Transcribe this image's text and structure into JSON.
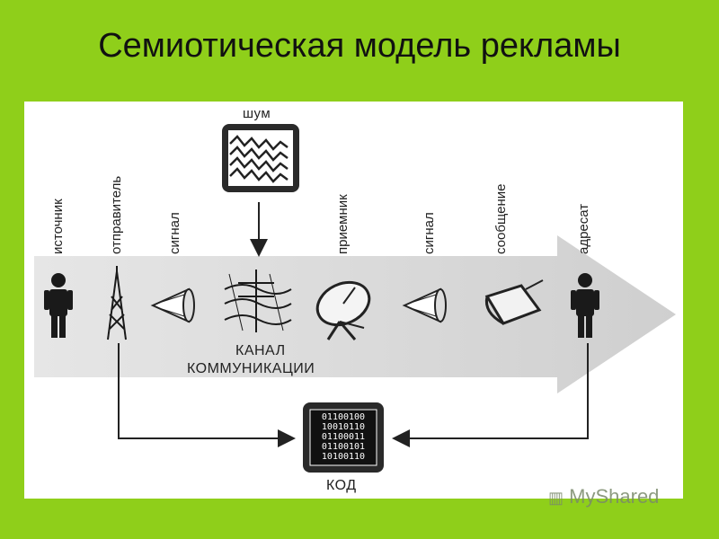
{
  "slide": {
    "title": "Семиотическая модель рекламы"
  },
  "diagram": {
    "labels": {
      "source": "источник",
      "sender": "отправитель",
      "signal1": "сигнал",
      "noise": "шум",
      "receiver": "приемник",
      "signal2": "сигнал",
      "message": "сообщение",
      "addressee": "адресат",
      "channel_line1": "КАНАЛ",
      "channel_line2": "КОММУНИКАЦИИ",
      "code": "КОД"
    },
    "code_bits": [
      "01100100",
      "10010110",
      "01100011",
      "01100101",
      "10100110"
    ],
    "colors": {
      "background": "#8fcf1a",
      "panel": "#ffffff",
      "arrow": "#d9d9d9",
      "icon": "#222222"
    }
  },
  "watermark": {
    "text": "MyShared"
  }
}
